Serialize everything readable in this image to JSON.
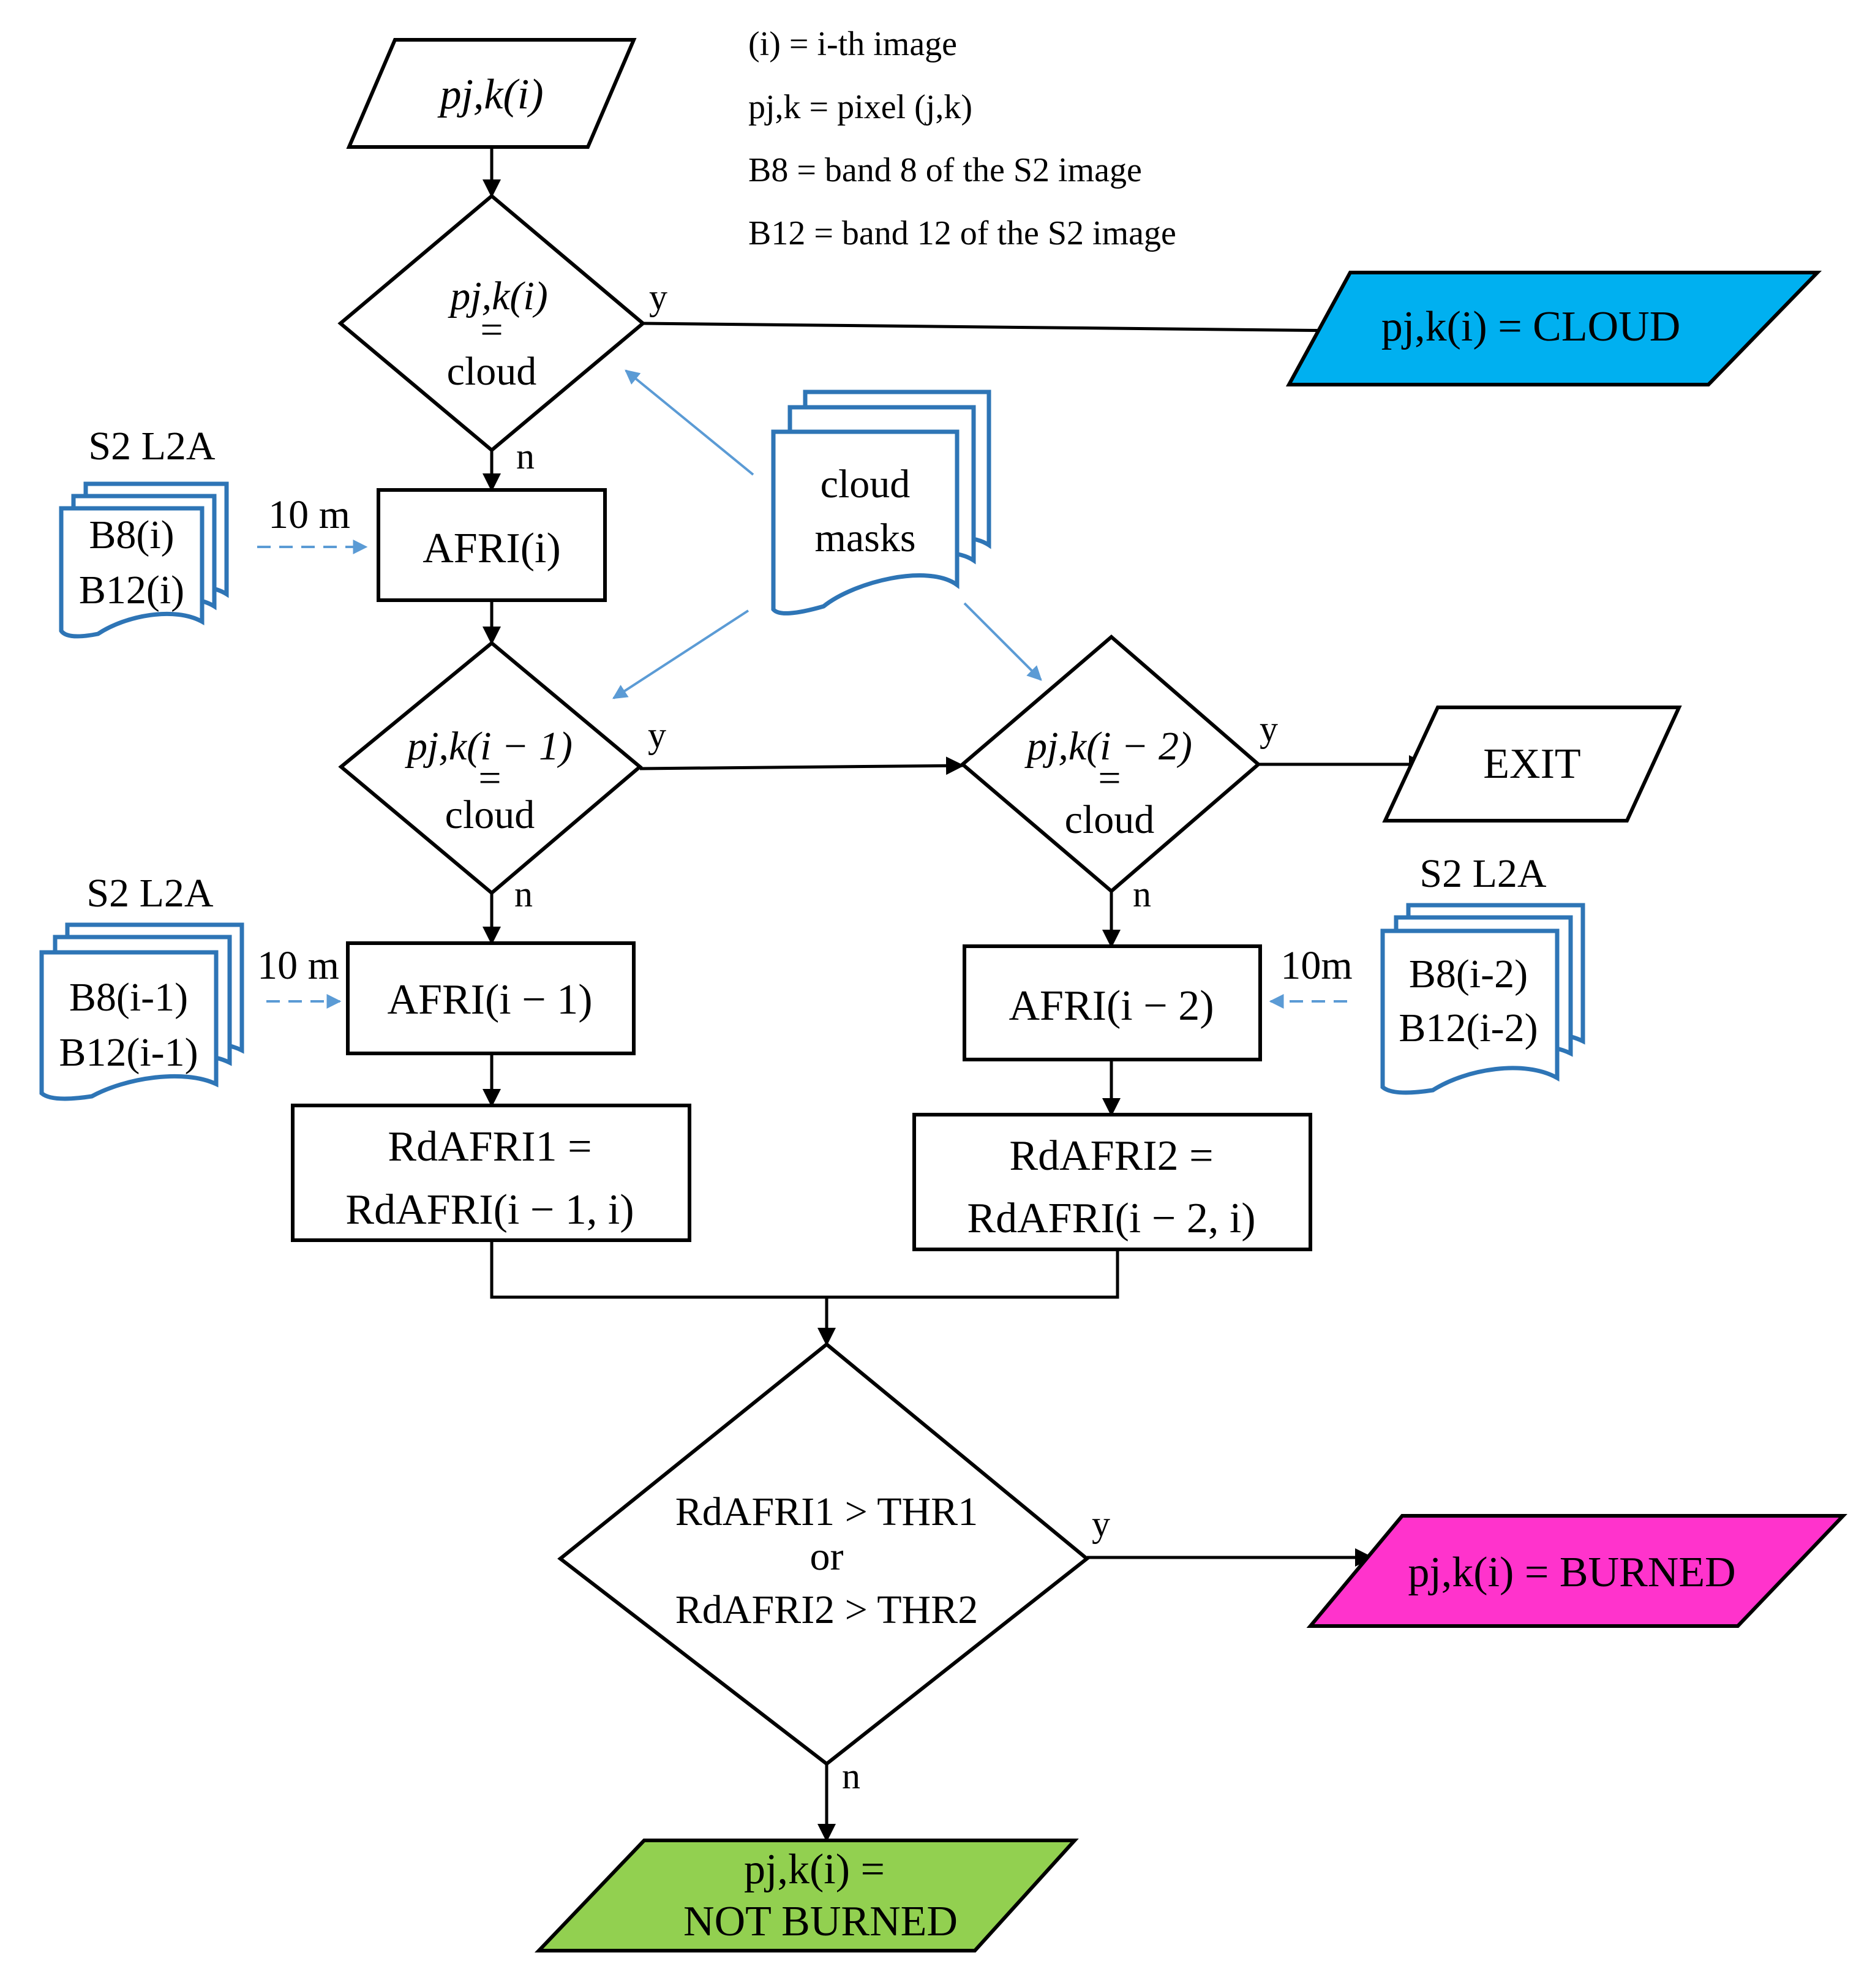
{
  "colors": {
    "cloud_output": "#00b0f0",
    "burned_output": "#ff33cc",
    "not_burned_output": "#92d050",
    "document_stroke": "#2e75b6",
    "mask_arrow": "#5b9bd5"
  },
  "legend": {
    "line1": "(i) = i-th image",
    "line2": "pj,k = pixel (j,k)",
    "line3": "B8 = band 8 of the S2 image",
    "line4": "B12 = band 12 of the S2 image"
  },
  "nodes": {
    "input_pixel": "pj,k(i)",
    "decision_cloud_i": {
      "top": "pj,k(i)",
      "eq": "=",
      "bottom": "cloud"
    },
    "output_cloud": "pj,k(i) = CLOUD",
    "afri_i": "AFRI(i)",
    "decision_cloud_i1": {
      "top": "pj,k(i − 1)",
      "eq": "=",
      "bottom": "cloud"
    },
    "decision_cloud_i2": {
      "top": "pj,k(i − 2)",
      "eq": "=",
      "bottom": "cloud"
    },
    "exit": "EXIT",
    "afri_i1": "AFRI(i − 1)",
    "afri_i2": "AFRI(i − 2)",
    "rdafri1": {
      "line1": "RdAFRI1 =",
      "line2": "RdAFRI(i − 1, i)"
    },
    "rdafri2": {
      "line1": "RdAFRI2 =",
      "line2": "RdAFRI(i − 2, i)"
    },
    "threshold": {
      "line1": "RdAFRI1 > THR1",
      "line2": "or",
      "line3": "RdAFRI2 > THR2"
    },
    "output_burned": "pj,k(i) = BURNED",
    "output_not_burned": {
      "line1": "pj,k(i) =",
      "line2": "NOT BURNED"
    }
  },
  "documents": {
    "s2_top": {
      "title": "S2 L2A",
      "line1": "B8(i)",
      "line2": "B12(i)",
      "resolution": "10 m"
    },
    "s2_mid_left": {
      "title": "S2 L2A",
      "line1": "B8(i-1)",
      "line2": "B12(i-1)",
      "resolution": "10 m"
    },
    "s2_mid_right": {
      "title": "S2 L2A",
      "line1": "B8(i-2)",
      "line2": "B12(i-2)",
      "resolution": "10m"
    },
    "cloud_masks": {
      "line1": "cloud",
      "line2": "masks"
    }
  },
  "connectors": {
    "yes": "y",
    "no": "n"
  }
}
